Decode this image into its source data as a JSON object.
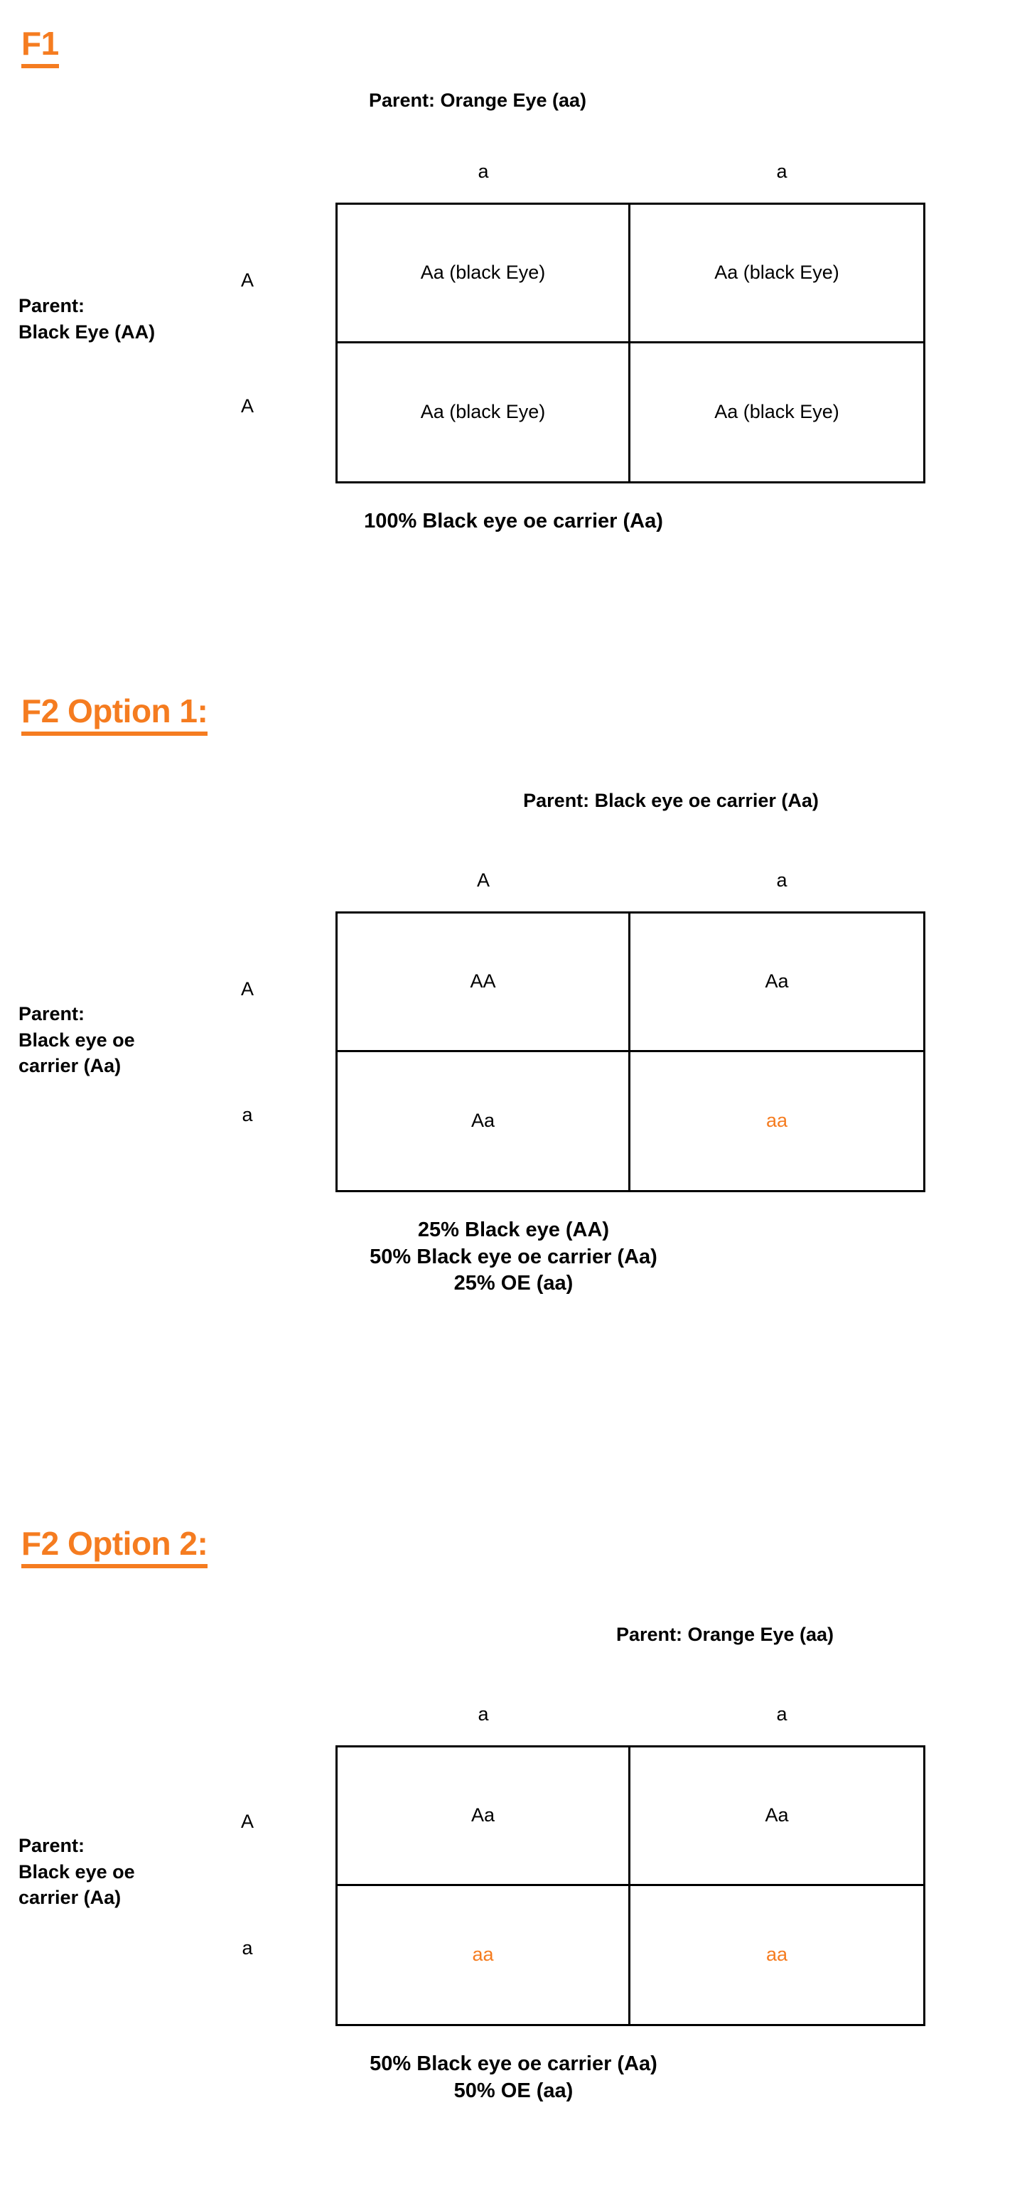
{
  "theme": {
    "accent_orange": "#F57C20",
    "text_black": "#000000",
    "background": "#FFFFFF"
  },
  "sections": [
    {
      "heading": "F1",
      "top_parent": "Parent: Orange Eye (aa)",
      "columns": [
        "a",
        "a"
      ],
      "side_parent": "Parent:\nBlack Eye (AA)",
      "rows": [
        "A",
        "A"
      ],
      "cells": [
        {
          "text": "Aa (black Eye)",
          "recessive": false
        },
        {
          "text": "Aa (black Eye)",
          "recessive": false
        },
        {
          "text": "Aa (black Eye)",
          "recessive": false
        },
        {
          "text": "Aa (black Eye)",
          "recessive": false
        }
      ],
      "results": [
        "100% Black eye oe carrier (Aa)"
      ]
    },
    {
      "heading": "F2 Option 1:",
      "top_parent": "Parent: Black eye oe carrier (Aa)",
      "columns": [
        "A",
        "a"
      ],
      "side_parent": "Parent:\nBlack eye oe\ncarrier (Aa)",
      "rows": [
        "A",
        "a"
      ],
      "cells": [
        {
          "text": "AA",
          "recessive": false
        },
        {
          "text": "Aa",
          "recessive": false
        },
        {
          "text": "Aa",
          "recessive": false
        },
        {
          "text": "aa",
          "recessive": true
        }
      ],
      "results": [
        "25% Black eye (AA)",
        "50% Black eye oe carrier (Aa)",
        "25% OE (aa)"
      ]
    },
    {
      "heading": "F2 Option 2:",
      "top_parent": "Parent: Orange Eye (aa)",
      "columns": [
        "a",
        "a"
      ],
      "side_parent": "Parent:\nBlack eye oe\ncarrier (Aa)",
      "rows": [
        "A",
        "a"
      ],
      "cells": [
        {
          "text": "Aa",
          "recessive": false
        },
        {
          "text": "Aa",
          "recessive": false
        },
        {
          "text": "aa",
          "recessive": true
        },
        {
          "text": "aa",
          "recessive": true
        }
      ],
      "results": [
        "50% Black eye oe carrier (Aa)",
        "50% OE (aa)"
      ]
    }
  ]
}
